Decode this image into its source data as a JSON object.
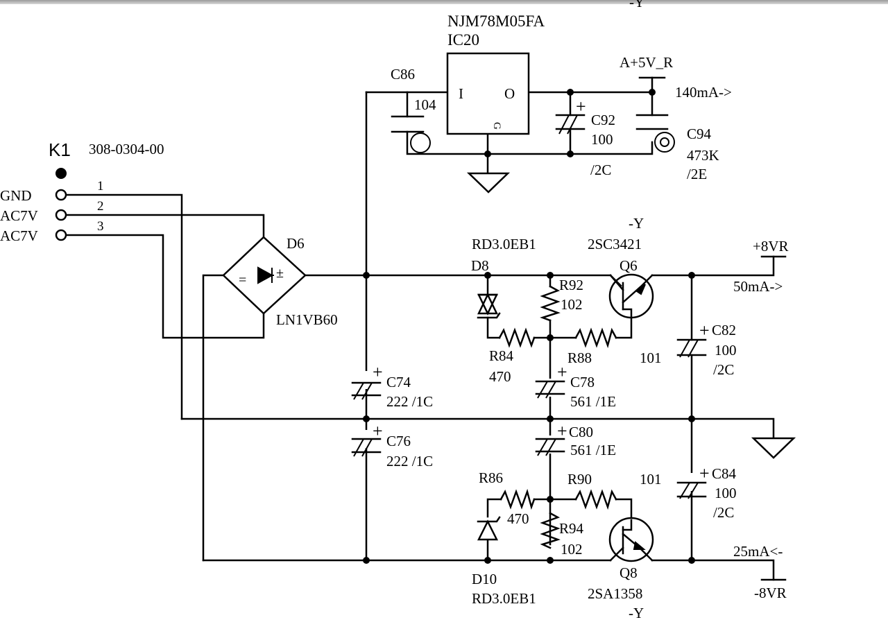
{
  "connector": {
    "ref": "K1",
    "part": "308-0304-00",
    "pins": [
      {
        "name": "GND",
        "num": "1"
      },
      {
        "name": "AC7V",
        "num": "2"
      },
      {
        "name": "AC7V",
        "num": "3"
      }
    ]
  },
  "regulator": {
    "part": "NJM78M05FA",
    "ref": "IC20",
    "pin_in": "I",
    "pin_out": "O",
    "pin_gnd": "G",
    "net": "A+5V_R",
    "current": "140mA->"
  },
  "top_label": "-Y",
  "bridge": {
    "ref": "D6",
    "part": "LN1VB60",
    "minus": "=",
    "plus": "±"
  },
  "caps": {
    "c86": {
      "ref": "C86",
      "value": "104"
    },
    "c92": {
      "ref": "C92",
      "value": "100",
      "rating": "/2C"
    },
    "c94": {
      "ref": "C94",
      "value": "473K",
      "rating": "/2E"
    },
    "c74": {
      "ref": "C74",
      "value": "222 /1C"
    },
    "c76": {
      "ref": "C76",
      "value": "222 /1C"
    },
    "c78": {
      "ref": "C78",
      "value": "561 /1E"
    },
    "c80": {
      "ref": "C80",
      "value": "561 /1E"
    },
    "c82": {
      "ref": "C82",
      "value": "100",
      "rating": "/2C"
    },
    "c84": {
      "ref": "C84",
      "value": "100",
      "rating": "/2C"
    }
  },
  "zeners": {
    "d8": {
      "ref": "D8",
      "part": "RD3.0EB1"
    },
    "d10": {
      "ref": "D10",
      "part": "RD3.0EB1"
    }
  },
  "resistors": {
    "r92": {
      "ref": "R92",
      "value": "102"
    },
    "r84": {
      "ref": "R84",
      "value": "470"
    },
    "r88": {
      "ref": "R88",
      "value": "101"
    },
    "r86": {
      "ref": "R86",
      "value": "470"
    },
    "r90": {
      "ref": "R90",
      "value": "101"
    },
    "r94": {
      "ref": "R94",
      "value": "102"
    }
  },
  "transistors": {
    "q6": {
      "ref": "Q6",
      "part": "2SC3421",
      "suffix": "-Y"
    },
    "q8": {
      "ref": "Q8",
      "part": "2SA1358",
      "suffix": "-Y"
    }
  },
  "rails": {
    "pos": {
      "net": "+8VR",
      "current": "50mA->"
    },
    "neg": {
      "net": "-8VR",
      "current": "25mA<-"
    }
  },
  "polarity_mark": "+"
}
